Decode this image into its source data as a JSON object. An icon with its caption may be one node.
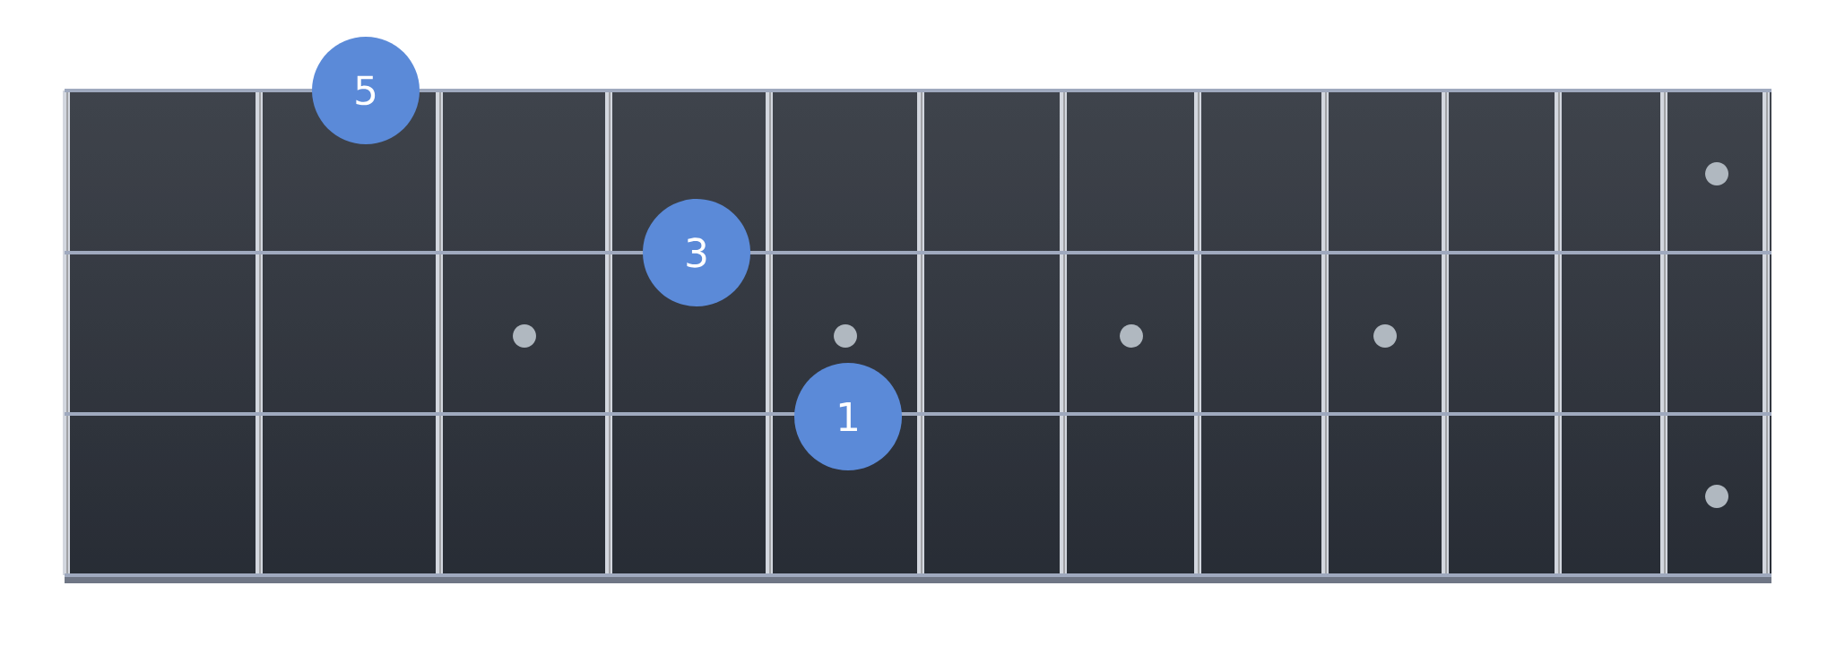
{
  "diagram": {
    "nodes": [
      {
        "text": [
          "5"
        ]
      },
      {
        "text": [
          "3"
        ]
      },
      {
        "text": [
          "1"
        ]
      }
    ]
  }
}
